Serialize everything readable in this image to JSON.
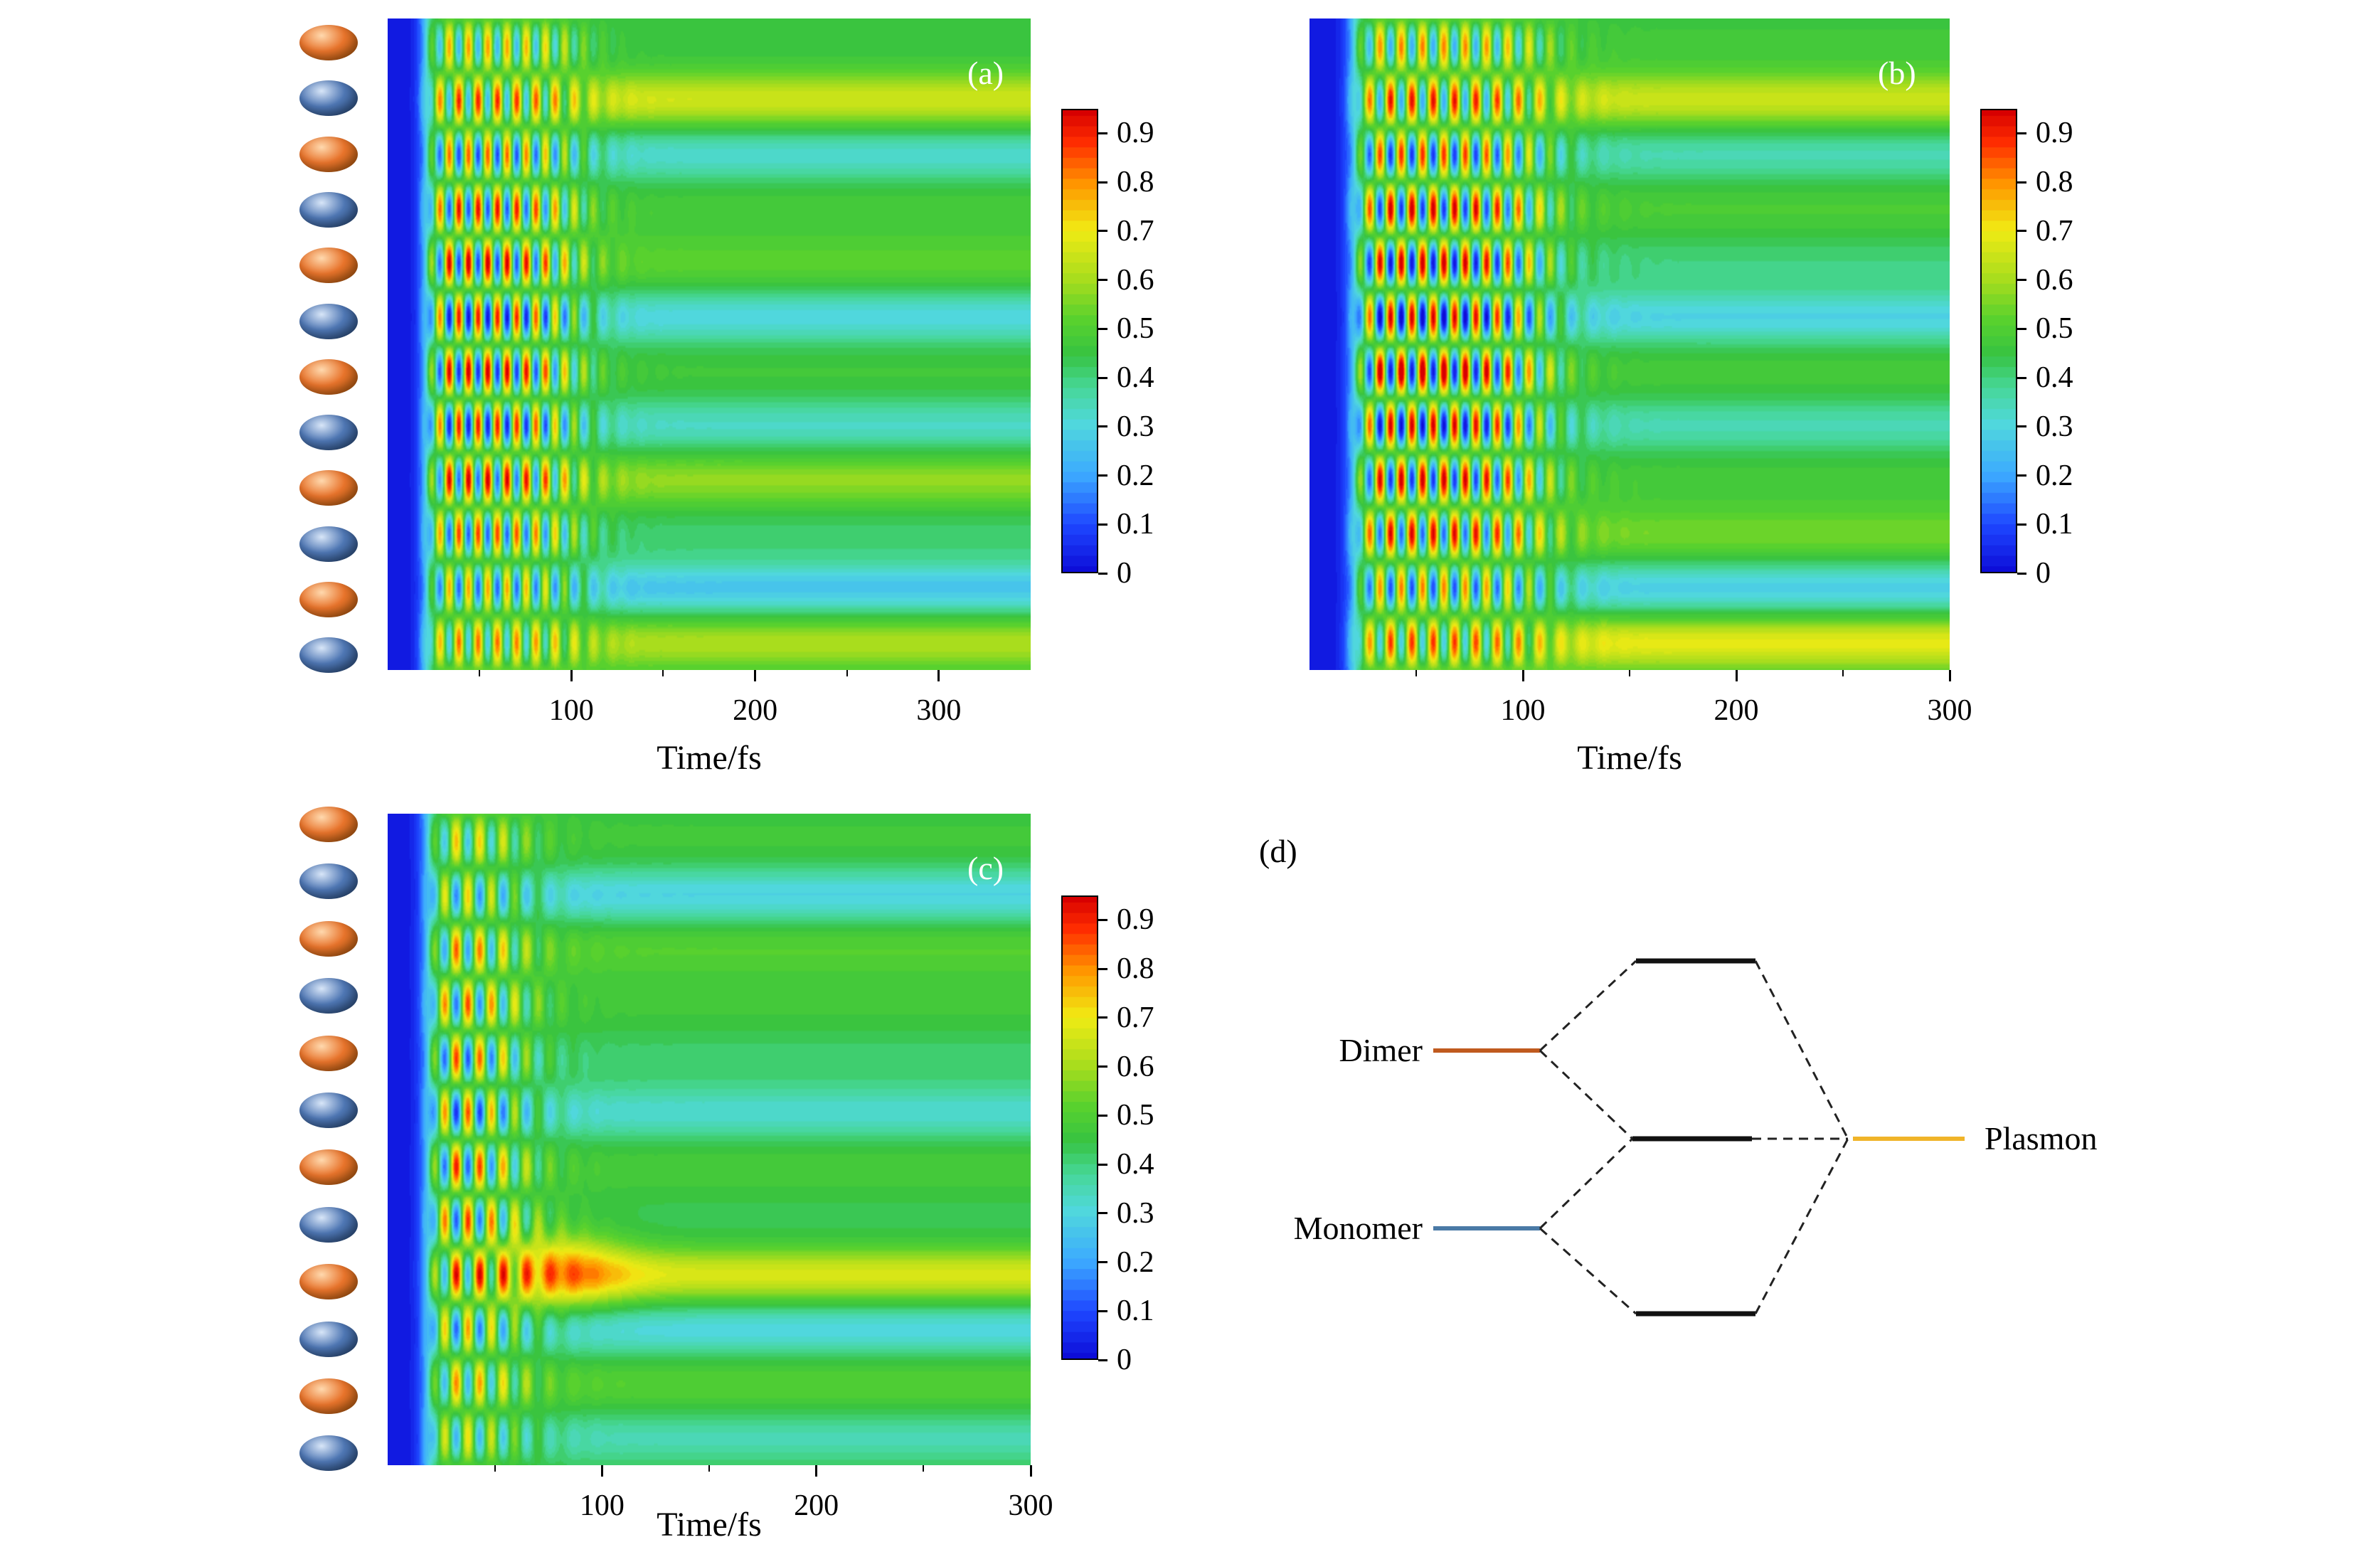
{
  "figure": {
    "background": "#ffffff",
    "panels": [
      {
        "id": "a",
        "label": "(a)",
        "xlabel": "Time/fs"
      },
      {
        "id": "b",
        "label": "(b)",
        "xlabel": "Time/fs"
      },
      {
        "id": "c",
        "label": "(c)",
        "xlabel": "Time/fs"
      }
    ],
    "diagram": {
      "label": "(d)",
      "dimer_label": "Dimer",
      "monomer_label": "Monomer",
      "plasmon_label": "Plasmon",
      "dimer_color": "#c05a1e",
      "monomer_color": "#4a7aa6",
      "plasmon_color": "#f0b429",
      "level_color": "#111111"
    },
    "site_chain": {
      "count": 12,
      "alternating_colors": [
        "#e8742c",
        "#4f77b4"
      ],
      "order": "orange ellipsoid first (top), alternating orange/blue"
    },
    "colormap_stops": [
      [
        0.0,
        "#0d0dd8"
      ],
      [
        0.1,
        "#1e46ff"
      ],
      [
        0.21,
        "#3caaff"
      ],
      [
        0.32,
        "#50d8dc"
      ],
      [
        0.4,
        "#46d796"
      ],
      [
        0.47,
        "#37c341"
      ],
      [
        0.55,
        "#5ad22d"
      ],
      [
        0.63,
        "#a5dc1e"
      ],
      [
        0.74,
        "#f0eb14"
      ],
      [
        0.84,
        "#ff9600"
      ],
      [
        0.93,
        "#ff2d00"
      ],
      [
        1.0,
        "#d70000"
      ]
    ]
  },
  "chart_data": [
    {
      "type": "heatmap",
      "panel": "(a)",
      "xlabel": "Time/fs",
      "x_range": [
        0,
        350
      ],
      "x_ticks": [
        100,
        200,
        300
      ],
      "y_sites": 12,
      "colorbar_range": [
        0,
        0.95
      ],
      "colorbar_ticks": [
        0.9,
        0.8,
        0.7,
        0.6,
        0.5,
        0.4,
        0.3,
        0.2,
        0.1,
        0
      ],
      "model": {
        "base": 0.45,
        "onset_fs": 20,
        "oscillation": {
          "start_fs": 23,
          "end_fs": 100,
          "period_fs": 10.5,
          "amplitude": 0.46
        },
        "row_steady_deviation": [
          0.0,
          0.21,
          -0.13,
          0.03,
          0.07,
          -0.15,
          0.02,
          -0.12,
          0.13,
          -0.04,
          -0.19,
          0.16
        ]
      },
      "description": "Site populations of a 12-site alternating chain vs time: near-zero (deep blue) before ~20 fs, strong checkerboard population beating with peaks ~0.9 (red) between ~25-100 fs, relaxing to quasi-steady green bands ~0.4-0.5 with high ~0.65 yellow streaks near the 2nd and bottom rows and low ~0.25 cyan bands."
    },
    {
      "type": "heatmap",
      "panel": "(b)",
      "xlabel": "Time/fs",
      "x_range": [
        0,
        300
      ],
      "x_ticks": [
        100,
        200,
        300
      ],
      "y_sites": 12,
      "colorbar_range": [
        0,
        0.95
      ],
      "colorbar_ticks": [
        0.9,
        0.8,
        0.7,
        0.6,
        0.5,
        0.4,
        0.3,
        0.2,
        0.1,
        0
      ],
      "model": {
        "base": 0.45,
        "onset_fs": 20,
        "oscillation": {
          "start_fs": 23,
          "end_fs": 108,
          "period_fs": 10,
          "amplitude": 0.5
        },
        "row_steady_deviation": [
          0.02,
          0.2,
          -0.1,
          0.04,
          -0.05,
          -0.16,
          0.03,
          -0.1,
          0.03,
          0.1,
          -0.17,
          0.24
        ]
      },
      "description": "Same observable as (a) but with longer-lived beating (to ~110 fs) and a bright yellow population band along the bottom row persisting to 300 fs."
    },
    {
      "type": "heatmap",
      "panel": "(c)",
      "xlabel": "Time/fs",
      "x_range": [
        0,
        300
      ],
      "x_ticks": [
        100,
        200,
        300
      ],
      "y_sites": 12,
      "colorbar_range": [
        0,
        0.95
      ],
      "colorbar_ticks": [
        0.9,
        0.8,
        0.7,
        0.6,
        0.5,
        0.4,
        0.3,
        0.2,
        0.1,
        0
      ],
      "model": {
        "base": 0.45,
        "onset_fs": 18,
        "oscillation": {
          "start_fs": 21,
          "end_fs": 60,
          "period_fs": 11,
          "amplitude": 0.44
        },
        "row_steady_deviation": [
          0.02,
          -0.16,
          0.06,
          0.02,
          -0.04,
          -0.13,
          0.03,
          -0.02,
          0.22,
          -0.15,
          0.06,
          -0.1
        ],
        "blob": {
          "a": 0.2,
          "t": 80,
          "st": 30,
          "y": 8.4,
          "sy": 0.8
        }
      },
      "description": "Shorter coherent beating (ends ~60 fs); an orange-yellow flare around 60-110 fs near the 9th row that persists as a yellow streak (~0.7) to 300 fs, cyan bands near the 2nd and 10th rows."
    },
    {
      "type": "diagram",
      "panel": "(d)",
      "nodes": [
        {
          "label": "Dimer",
          "color": "#c05a1e"
        },
        {
          "label": "Monomer",
          "color": "#4a7aa6"
        },
        {
          "label": "Plasmon",
          "color": "#f0b429"
        }
      ],
      "hybrid_levels": 3,
      "hybrid_level_color": "#111111",
      "connections": [
        [
          "Dimer",
          "upper hybrid level"
        ],
        [
          "Dimer",
          "middle hybrid level"
        ],
        [
          "Monomer",
          "middle hybrid level"
        ],
        [
          "Monomer",
          "lower hybrid level"
        ],
        [
          "upper hybrid level",
          "Plasmon"
        ],
        [
          "middle hybrid level",
          "Plasmon"
        ],
        [
          "lower hybrid level",
          "Plasmon"
        ]
      ],
      "description": "Energy-level hybridization scheme: dimer and monomer excitations mix (dashed lines) into three hybrid levels, which combine into a collective plasmon mode."
    }
  ]
}
